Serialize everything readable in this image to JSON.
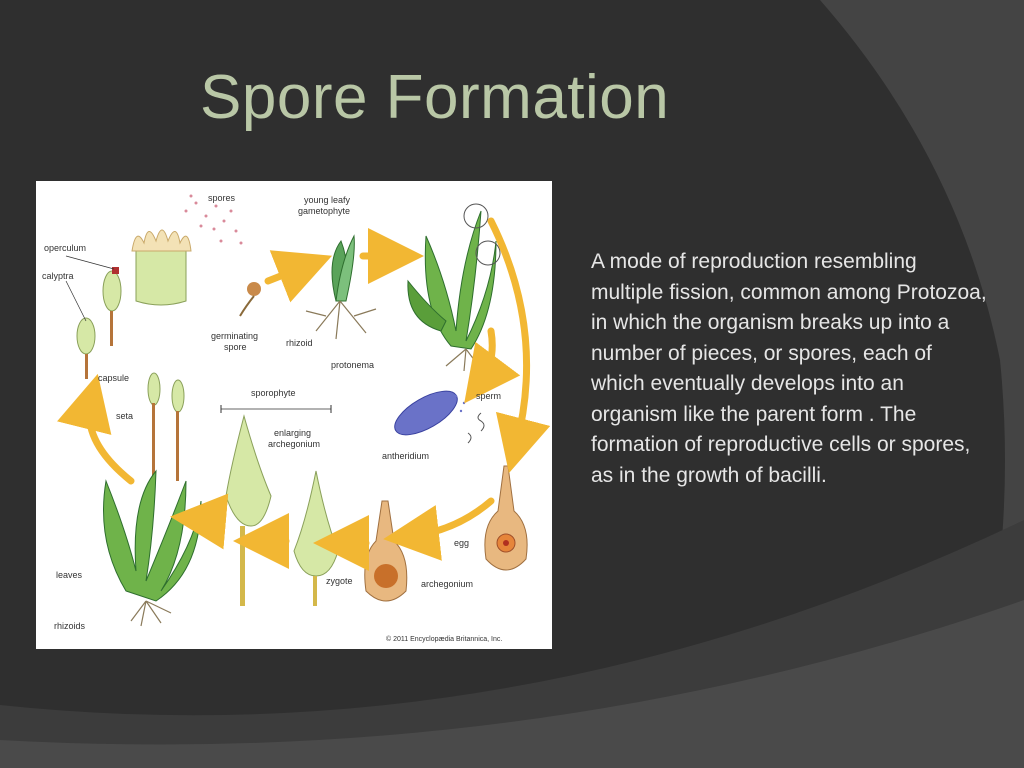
{
  "slide": {
    "title": "Spore Formation",
    "body_text": "A mode of reproduction resembling multiple fission, common among Protozoa, in which the organism breaks up into a number of pieces, or spores, each of which eventually develops into an organism like the parent form . The formation of reproductive cells or spores, as in the growth of bacilli.",
    "colors": {
      "background": "#2f2f2f",
      "title": "#b9c7a6",
      "text": "#e6e6e6"
    }
  },
  "figure": {
    "labels": {
      "spores": "spores",
      "young_leafy_gametophyte": "young leafy\ngametophyte",
      "operculum": "operculum",
      "calyptra": "calyptra",
      "germinating_spore": "germinating\nspore",
      "rhizoid": "rhizoid",
      "protonema": "protonema",
      "capsule": "capsule",
      "seta": "seta",
      "sporophyte": "sporophyte",
      "enlarging_archegonium": "enlarging\narchegonium",
      "sperm": "sperm",
      "antheridium": "antheridium",
      "egg": "egg",
      "archegonium": "archegonium",
      "zygote": "zygote",
      "leaves": "leaves",
      "rhizoids": "rhizoids",
      "copyright": "© 2011 Encyclopædia Britannica, Inc."
    }
  }
}
